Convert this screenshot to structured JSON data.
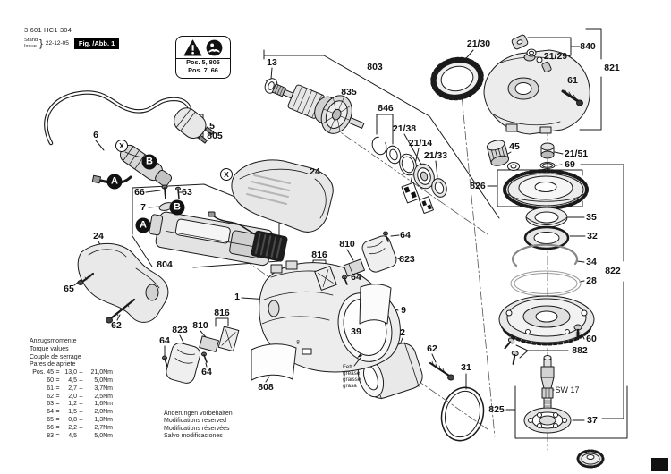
{
  "header": {
    "type_number": "3 601 HC1 304",
    "stand_label": "Stand",
    "issue_label": "Issue",
    "brace": "}",
    "date": "22-12-05",
    "figure_label": "Fig. /Abb. 1"
  },
  "warning_box": {
    "icon_names": [
      "warning-triangle-icon",
      "read-manual-icon"
    ],
    "pos_line_1": "Pos. 5, 805",
    "pos_line_2": "Pos. 7, 66"
  },
  "torque_table": {
    "titles": [
      "Anzugsmomente",
      "Torque values",
      "Couple de serrage",
      "Pares de apriete"
    ],
    "equals_sign": "=",
    "range_dash": "–",
    "rows": [
      {
        "pos": "Pos. 45",
        "min": "13,0",
        "max": "21,0Nm"
      },
      {
        "pos": "60",
        "min": "4,5",
        "max": "5,0Nm"
      },
      {
        "pos": "61",
        "min": "2,7",
        "max": "3,7Nm"
      },
      {
        "pos": "62",
        "min": "2,0",
        "max": "2,5Nm"
      },
      {
        "pos": "63",
        "min": "1,2",
        "max": "1,6Nm"
      },
      {
        "pos": "64",
        "min": "1,5",
        "max": "2,0Nm"
      },
      {
        "pos": "65",
        "min": "0,8",
        "max": "1,3Nm"
      },
      {
        "pos": "66",
        "min": "2,2",
        "max": "2,7Nm"
      },
      {
        "pos": "83",
        "min": "4,5",
        "max": "5,0Nm"
      }
    ]
  },
  "notices": [
    "Änderungen vorbehalten",
    "Modifications reserved",
    "Modifications réservées",
    "Salvo modificaciones"
  ],
  "grease_note": [
    "Fett",
    "grease",
    "graisse",
    "grasa"
  ],
  "callouts": {
    "c13": "13",
    "c835": "835",
    "c803": "803",
    "c846": "846",
    "c21_38": "21/38",
    "c21_14": "21/14",
    "c21_33": "21/33",
    "c21_30": "21/30",
    "c840": "840",
    "c21_29": "21/29",
    "c821": "821",
    "c61": "61",
    "c45": "45",
    "c21_51": "21/51",
    "c69": "69",
    "c826": "826",
    "c35": "35",
    "c32": "32",
    "c34": "34",
    "c28": "28",
    "c822": "822",
    "c60": "60",
    "c882": "882",
    "csw17": "SW 17",
    "c825": "825",
    "c37": "37",
    "c31": "31",
    "c62_right": "62",
    "c2": "2",
    "c39": "39",
    "c9": "9",
    "c823_right": "823",
    "c64_right_top": "64",
    "c810_right": "810",
    "c816_right": "816",
    "c64_right_bottom": "64",
    "c1": "1",
    "c816_left": "816",
    "c810_left": "810",
    "c823_left": "823",
    "c64_left_top": "64",
    "c64_left_bottom": "64",
    "c808": "808",
    "c24_handle": "24",
    "c65": "65",
    "c62_left": "62",
    "c804": "804",
    "c24_cover": "24",
    "c66": "66",
    "c63": "63",
    "c7": "7",
    "c6": "6",
    "c5": "5",
    "c805": "805",
    "c8": "8"
  },
  "markers": {
    "x_cord": "X",
    "b_cord": "B",
    "a_cord": "A",
    "x_cover": "X",
    "b_switch": "B",
    "a_switch": "A"
  },
  "colors": {
    "ink": "#1a1a1a",
    "fill_light": "#ececec",
    "fill_mid": "#d9d9d9",
    "fill_dark": "#222222"
  }
}
